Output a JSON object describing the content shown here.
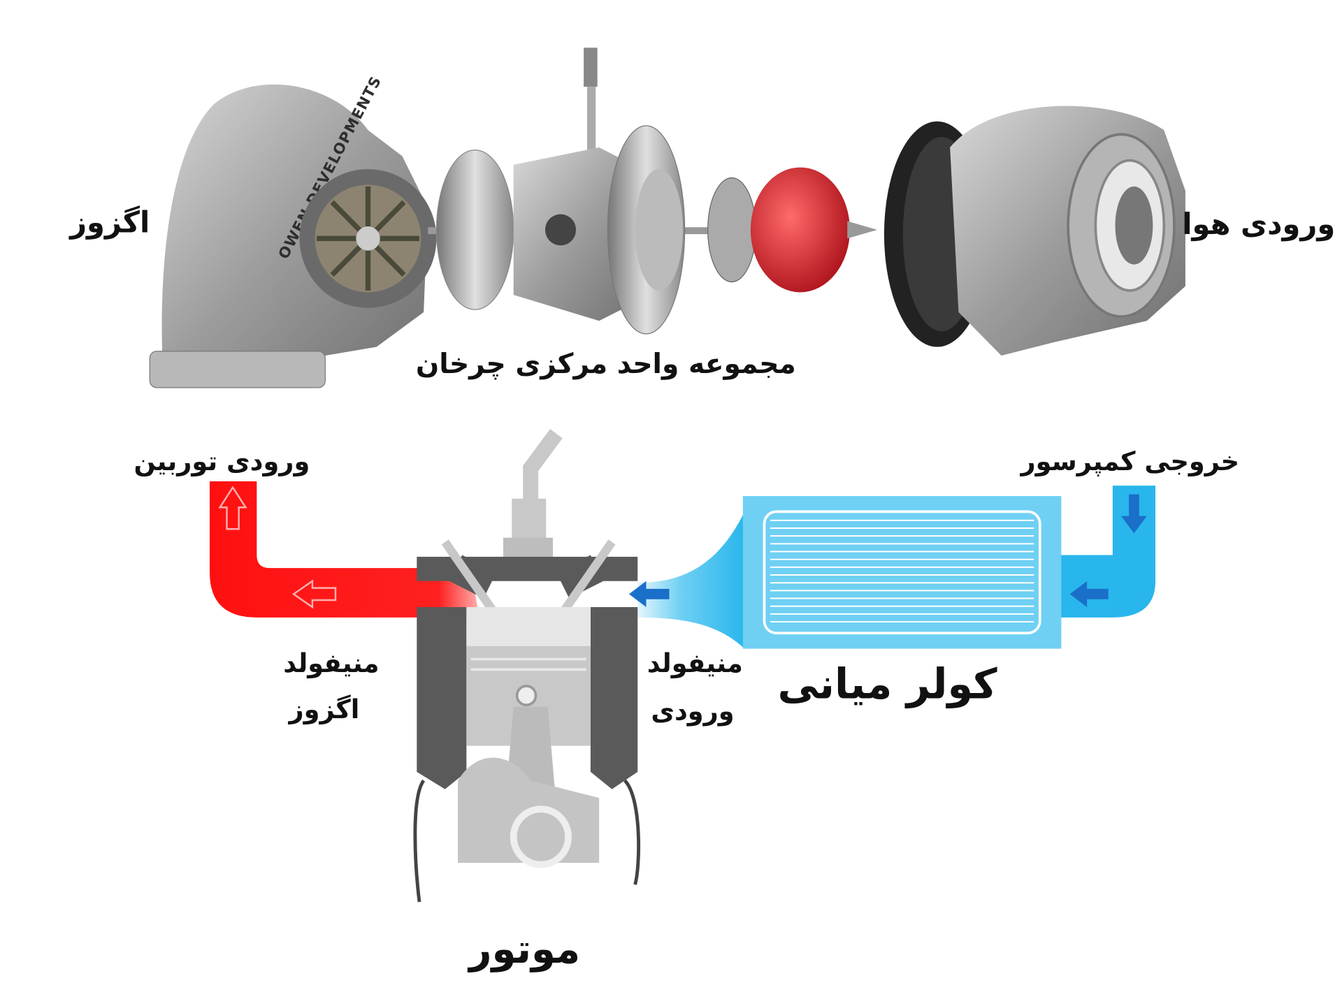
{
  "diagram": {
    "top": {
      "exhaust_label": "اگزوز",
      "air_inlet_label": "ورودی هوا",
      "center_unit_label": "مجموعه واحد مرکزی چرخان",
      "housing_brand": "OWEN DEVELOPMENTS"
    },
    "bottom": {
      "turbine_inlet_label": "ورودی توربین",
      "compressor_outlet_label": "خروجی کمپرسور",
      "exhaust_manifold_line1": "منیفولد",
      "exhaust_manifold_line2": "اگزوز",
      "intake_manifold_line1": "منیفولد",
      "intake_manifold_line2": "ورودی",
      "intercooler_label": "کولر میانی",
      "engine_label": "موتور"
    },
    "colors": {
      "hot": "#ff1a1a",
      "cool": "#29b6ec",
      "cool_arrow": "#1a6fc9",
      "metal": "#9a9a9a",
      "engine_dark": "#5a5a5a",
      "engine_light": "#c8c8c8"
    }
  }
}
